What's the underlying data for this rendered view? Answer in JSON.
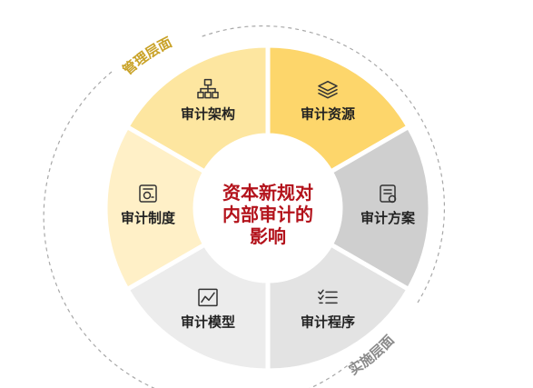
{
  "center": {
    "lines": [
      "资本新规对",
      "内部审计的",
      "影响"
    ]
  },
  "arc_labels": {
    "management": "管理层面",
    "implementation": "实施层面"
  },
  "segments": [
    {
      "label": "审计资源",
      "icon": "stack-layers-icon",
      "color": "#fdd66b"
    },
    {
      "label": "审计方案",
      "icon": "checklist-document-icon",
      "color": "#cfcfcf"
    },
    {
      "label": "审计程序",
      "icon": "task-list-icon",
      "color": "#e3e3e3"
    },
    {
      "label": "审计模型",
      "icon": "line-chart-window-icon",
      "color": "#ececec"
    },
    {
      "label": "审计制度",
      "icon": "certificate-document-icon",
      "color": "#fff0c7"
    },
    {
      "label": "审计架构",
      "icon": "org-chart-icon",
      "color": "#fde6a0"
    }
  ],
  "colors": {
    "arc_management": "#c9a227",
    "arc_implementation": "#8a8a8a",
    "center_text": "#b3121b",
    "dashed_ring": "#a8a8a8"
  }
}
